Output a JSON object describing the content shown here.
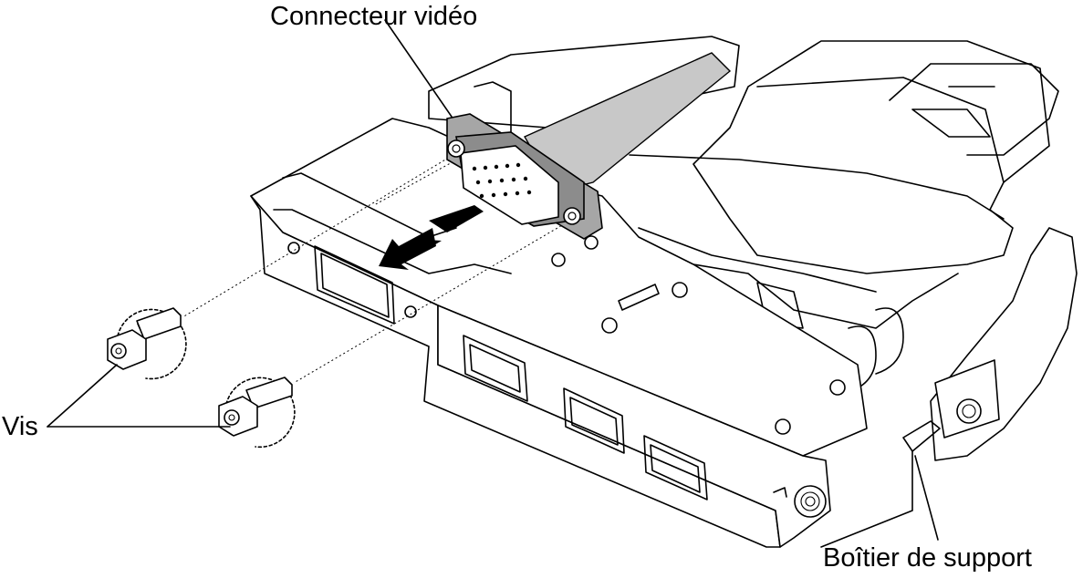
{
  "labels": {
    "video_connector": "Connecteur vidéo",
    "screws": "Vis",
    "support_box": "Boîtier de support"
  },
  "colors": {
    "line": "#000000",
    "connector_gray": "#a6a6a6",
    "connector_dark": "#8c8c8c",
    "cable_gray": "#c8c8c8",
    "arrow": "#000000"
  },
  "icons": {
    "direction_arrow": "insert-arrow-icon",
    "rotation": "tighten-rotation-icon"
  }
}
